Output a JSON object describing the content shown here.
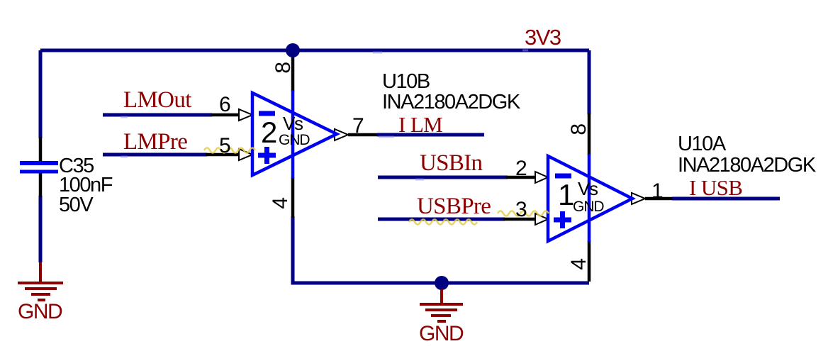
{
  "power": {
    "rail_label": "3V3",
    "ground_left_label": "GND",
    "ground_middle_label": "GND"
  },
  "capacitor": {
    "designator": "C35",
    "value": "100nF",
    "voltage_rating": "50V"
  },
  "opamp_b": {
    "designator": "U10B",
    "part_number": "INA2180A2DGK",
    "channel": "2",
    "supply_label": "Vs",
    "ground_label": "GND",
    "pins": {
      "inverting": "6",
      "noninverting": "5",
      "output": "7",
      "supply": "8",
      "ground": "4"
    }
  },
  "opamp_a": {
    "designator": "U10A",
    "part_number": "INA2180A2DGK",
    "channel": "1",
    "supply_label": "Vs",
    "ground_label": "GND",
    "pins": {
      "inverting": "2",
      "noninverting": "3",
      "output": "1",
      "supply": "8",
      "ground": "4"
    }
  },
  "nets": {
    "lm_out": "LMOut",
    "lm_pre": "LMPre",
    "usb_in": "USBIn",
    "usb_pre": "USBPre",
    "i_lm": "I LM",
    "i_usb": "I USB"
  },
  "colors": {
    "wire": "#000080",
    "component_outline": "#0000F0",
    "annotation_red": "#8B0000",
    "pin_black": "#000000",
    "highlight_yellow": "#E8CC4A"
  }
}
